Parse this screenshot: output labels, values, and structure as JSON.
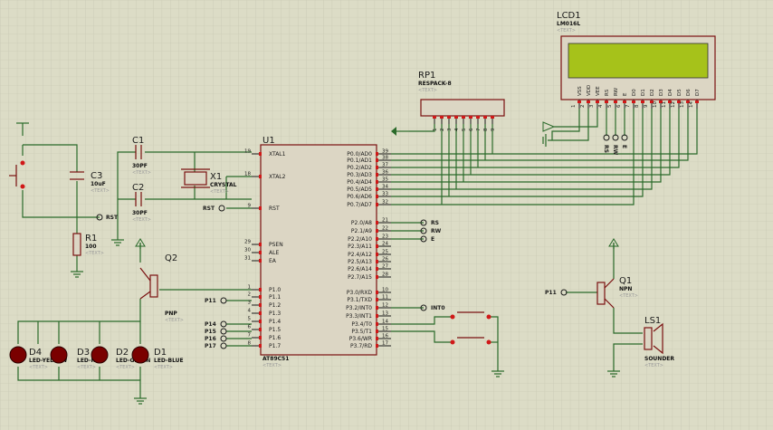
{
  "components": {
    "u1": {
      "ref": "U1",
      "value": "AT89C51",
      "text": "<TEXT>",
      "left_pins": [
        {
          "num": "19",
          "name": "XTAL1"
        },
        {
          "num": "18",
          "name": "XTAL2"
        },
        {
          "num": "9",
          "name": "RST"
        },
        {
          "num": "29",
          "name": "PSEN"
        },
        {
          "num": "30",
          "name": "ALE"
        },
        {
          "num": "31",
          "name": "EA"
        },
        {
          "num": "1",
          "name": "P1.0"
        },
        {
          "num": "2",
          "name": "P1.1"
        },
        {
          "num": "3",
          "name": "P1.2"
        },
        {
          "num": "4",
          "name": "P1.3"
        },
        {
          "num": "5",
          "name": "P1.4"
        },
        {
          "num": "6",
          "name": "P1.5"
        },
        {
          "num": "7",
          "name": "P1.6"
        },
        {
          "num": "8",
          "name": "P1.7"
        }
      ],
      "right_pins": [
        {
          "num": "39",
          "name": "P0.0/AD0"
        },
        {
          "num": "38",
          "name": "P0.1/AD1"
        },
        {
          "num": "37",
          "name": "P0.2/AD2"
        },
        {
          "num": "36",
          "name": "P0.3/AD3"
        },
        {
          "num": "35",
          "name": "P0.4/AD4"
        },
        {
          "num": "34",
          "name": "P0.5/AD5"
        },
        {
          "num": "33",
          "name": "P0.6/AD6"
        },
        {
          "num": "32",
          "name": "P0.7/AD7"
        },
        {
          "num": "21",
          "name": "P2.0/A8"
        },
        {
          "num": "22",
          "name": "P2.1/A9"
        },
        {
          "num": "23",
          "name": "P2.2/A10"
        },
        {
          "num": "24",
          "name": "P2.3/A11"
        },
        {
          "num": "25",
          "name": "P2.4/A12"
        },
        {
          "num": "26",
          "name": "P2.5/A13"
        },
        {
          "num": "27",
          "name": "P2.6/A14"
        },
        {
          "num": "28",
          "name": "P2.7/A15"
        },
        {
          "num": "10",
          "name": "P3.0/RXD"
        },
        {
          "num": "11",
          "name": "P3.1/TXD"
        },
        {
          "num": "12",
          "name": "P3.2/INT0"
        },
        {
          "num": "13",
          "name": "P3.3/INT1"
        },
        {
          "num": "14",
          "name": "P3.4/T0"
        },
        {
          "num": "15",
          "name": "P3.5/T1"
        },
        {
          "num": "16",
          "name": "P3.6/WR"
        },
        {
          "num": "17",
          "name": "P3.7/RD"
        }
      ]
    },
    "lcd1": {
      "ref": "LCD1",
      "value": "LM016L",
      "text": "<TEXT>",
      "pins": [
        "VSS",
        "VDD",
        "VEE",
        "RS",
        "RW",
        "E",
        "D0",
        "D1",
        "D2",
        "D3",
        "D4",
        "D5",
        "D6",
        "D7"
      ],
      "pin_nums": [
        "1",
        "2",
        "3",
        "4",
        "5",
        "6",
        "7",
        "8",
        "9",
        "10",
        "11",
        "12",
        "13",
        "14"
      ],
      "screen_color": "#a6c21a"
    },
    "rp1": {
      "ref": "RP1",
      "value": "RESPACK-8",
      "text": "<TEXT>",
      "pin_nums": [
        "1",
        "2",
        "3",
        "4",
        "5",
        "6",
        "7",
        "8",
        "9"
      ]
    },
    "c1": {
      "ref": "C1",
      "value": "30PF",
      "text": "<TEXT>"
    },
    "c2": {
      "ref": "C2",
      "value": "30PF",
      "text": "<TEXT>"
    },
    "c3": {
      "ref": "C3",
      "value": "10uF",
      "text": "<TEXT>"
    },
    "x1": {
      "ref": "X1",
      "value": "CRYSTAL",
      "text": "<TEXT>"
    },
    "r1": {
      "ref": "R1",
      "value": "100",
      "text": "<TEXT>"
    },
    "q2": {
      "ref": "Q2",
      "value": "PNP",
      "text": "<TEXT>"
    },
    "q1": {
      "ref": "Q1",
      "value": "NPN",
      "text": "<TEXT>"
    },
    "ls1": {
      "ref": "LS1",
      "value": "SOUNDER",
      "text": "<TEXT>"
    },
    "d4": {
      "ref": "D4",
      "value": "LED-YELLOW",
      "text": "<TEXT>"
    },
    "d3": {
      "ref": "D3",
      "value": "LED-RED",
      "text": "<TEXT>"
    },
    "d2": {
      "ref": "D2",
      "value": "LED-GREEN",
      "text": "<TEXT>"
    },
    "d1": {
      "ref": "D1",
      "value": "LED-BLUE",
      "text": "<TEXT>"
    }
  },
  "nets": {
    "rst": "RST",
    "rst2": "RST",
    "rs": "RS",
    "rw": "RW",
    "e": "E",
    "int0": "INT0",
    "p11": "P11",
    "p14": "P14",
    "p15": "P15",
    "p16": "P16",
    "p17": "P17",
    "p11b": "P11",
    "lcd_rs": "RS",
    "lcd_rw": "RW",
    "lcd_e": "E"
  },
  "colors": {
    "background": "#dcdcc6",
    "grid": "#c4c4ae",
    "wire": "#2a6a2a",
    "body": "#7a1010",
    "pin_red": "#d01818",
    "pin_blue": "#1a2ad8",
    "led_body": "#7a0000"
  }
}
